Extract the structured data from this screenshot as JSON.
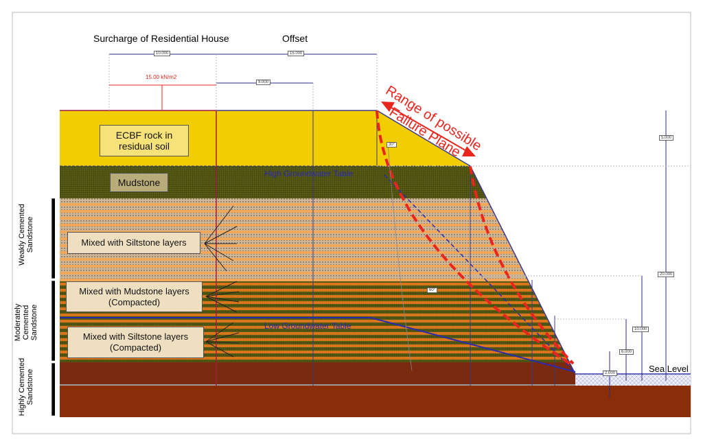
{
  "titles": {
    "surcharge": "Surcharge of Residential House",
    "offset": "Offset",
    "load": "15.00 kN/m2"
  },
  "dimensions": {
    "d10": "10.000",
    "d15": "15.000",
    "d9": "9.000",
    "d5": "5.000",
    "d20": "20.000",
    "d10v": "10.000",
    "d6": "6.000",
    "d2": "2.000",
    "a30": "30°",
    "a60": "60°"
  },
  "layers": {
    "ecbf": "ECBF rock in residual soil",
    "mudstone": "Mudstone",
    "silt1": "Mixed with Siltstone layers",
    "mud2": "Mixed with Mudstone layers (Compacted)",
    "silt2": "Mixed with Siltstone layers (Compacted)"
  },
  "side_labels": {
    "weak": "Weakly Cemented Sandstone",
    "moderate": "Moderately Cemented Sandstone",
    "high": "Highly Cemented Sandstone"
  },
  "water": {
    "high": "High Groundwater Table",
    "low": "Low Groundwater Table",
    "sea": "Sea Level"
  },
  "failure": {
    "line1": "Range of possible",
    "line2": "Failure Plane"
  },
  "colors": {
    "yellow": "#f2cd00",
    "mud": "#4f5212",
    "tan": "#cbb494",
    "orange": "#f2a85a",
    "dark_orange": "#d9761c",
    "brown": "#7a2a0e",
    "blue": "#2a2a8a",
    "red": "#e8261e"
  }
}
